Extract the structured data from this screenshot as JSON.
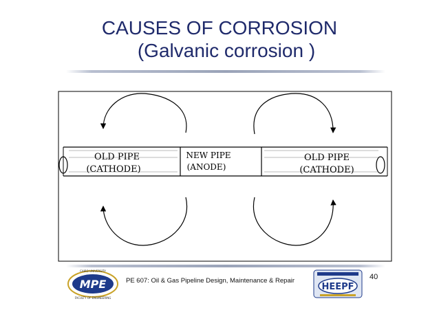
{
  "slide": {
    "title": "CAUSES OF CORROSION",
    "subtitle": "(Galvanic corrosion )"
  },
  "diagram": {
    "left_pipe": {
      "line1": "OLD PIPE",
      "line2": "(CATHODE)"
    },
    "middle_pipe": {
      "line1": "NEW PIPE",
      "line2": "(ANODE)"
    },
    "right_pipe": {
      "line1": "OLD PIPE",
      "line2": "(CATHODE)"
    }
  },
  "footer": {
    "course_text": "PE 607: Oil & Gas Pipeline Design, Maintenance & Repair",
    "page_number": "40",
    "left_logo": {
      "icon": "mpe-university-logo",
      "text": "MPE",
      "ring_top": "CAIRO UNIVERSITY",
      "ring_bottom": "FACULTY OF ENGINEERING"
    },
    "right_logo": {
      "icon": "heepf-logo",
      "text": "HEEPF"
    }
  },
  "colors": {
    "title": "#1f2a6b",
    "logo_blue": "#1e3a8a",
    "logo_gold": "#c9a227"
  }
}
